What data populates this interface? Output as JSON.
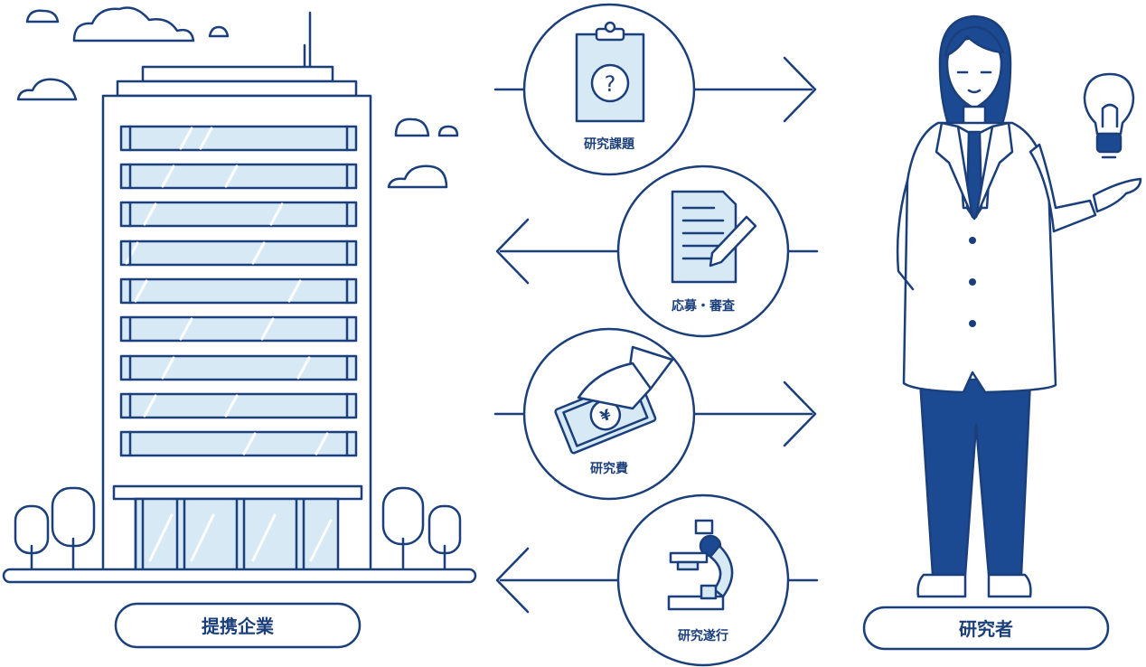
{
  "left_entity": {
    "label": "提携企業"
  },
  "right_entity": {
    "label": "研究者"
  },
  "flows": [
    {
      "label": "研究課題",
      "direction": "right",
      "icon": "clipboard-question-icon"
    },
    {
      "label": "応募・審査",
      "direction": "left",
      "icon": "document-pen-icon"
    },
    {
      "label": "研究費",
      "direction": "right",
      "icon": "yen-bill-hand-icon"
    },
    {
      "label": "研究遂行",
      "direction": "left",
      "icon": "microscope-icon"
    }
  ],
  "colors": {
    "navy": "#1b3f7a",
    "light_blue": "#d6e9f5",
    "suit_blue": "#1c4a92",
    "white": "#ffffff"
  }
}
